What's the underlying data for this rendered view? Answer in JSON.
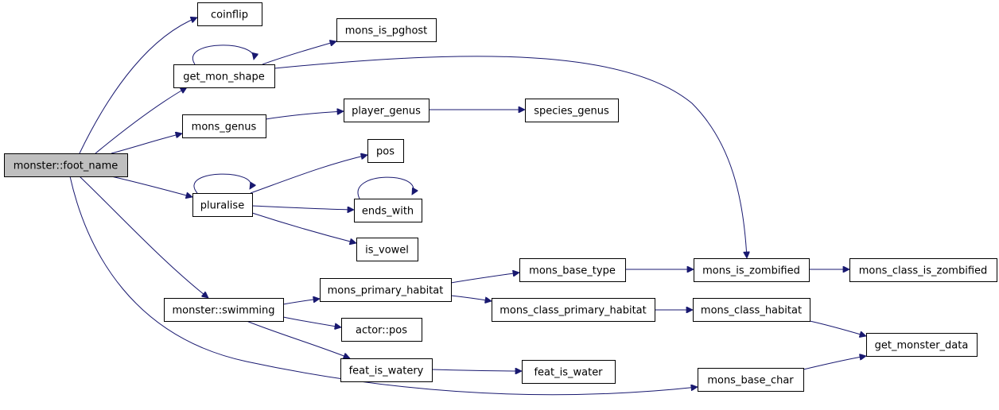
{
  "graph": {
    "nodes": [
      {
        "id": "foot_name",
        "label": "monster::foot_name",
        "root": true
      },
      {
        "id": "coinflip",
        "label": "coinflip"
      },
      {
        "id": "get_mon_shape",
        "label": "get_mon_shape"
      },
      {
        "id": "mons_is_pghost",
        "label": "mons_is_pghost"
      },
      {
        "id": "mons_genus",
        "label": "mons_genus"
      },
      {
        "id": "player_genus",
        "label": "player_genus"
      },
      {
        "id": "species_genus",
        "label": "species_genus"
      },
      {
        "id": "pos",
        "label": "pos"
      },
      {
        "id": "pluralise",
        "label": "pluralise"
      },
      {
        "id": "ends_with",
        "label": "ends_with"
      },
      {
        "id": "is_vowel",
        "label": "is_vowel"
      },
      {
        "id": "mons_base_type",
        "label": "mons_base_type"
      },
      {
        "id": "mons_is_zombified",
        "label": "mons_is_zombified"
      },
      {
        "id": "mons_class_is_zombified",
        "label": "mons_class_is_zombified"
      },
      {
        "id": "mons_primary_habitat",
        "label": "mons_primary_habitat"
      },
      {
        "id": "swimming",
        "label": "monster::swimming"
      },
      {
        "id": "mons_class_primary_habitat",
        "label": "mons_class_primary_habitat"
      },
      {
        "id": "mons_class_habitat",
        "label": "mons_class_habitat"
      },
      {
        "id": "actor_pos",
        "label": "actor::pos"
      },
      {
        "id": "get_monster_data",
        "label": "get_monster_data"
      },
      {
        "id": "feat_is_watery",
        "label": "feat_is_watery"
      },
      {
        "id": "feat_is_water",
        "label": "feat_is_water"
      },
      {
        "id": "mons_base_char",
        "label": "mons_base_char"
      }
    ],
    "edges": [
      {
        "from": "foot_name",
        "to": "coinflip"
      },
      {
        "from": "foot_name",
        "to": "get_mon_shape"
      },
      {
        "from": "foot_name",
        "to": "mons_genus"
      },
      {
        "from": "foot_name",
        "to": "pluralise"
      },
      {
        "from": "foot_name",
        "to": "swimming"
      },
      {
        "from": "foot_name",
        "to": "mons_base_char"
      },
      {
        "from": "get_mon_shape",
        "to": "get_mon_shape"
      },
      {
        "from": "get_mon_shape",
        "to": "mons_is_pghost"
      },
      {
        "from": "get_mon_shape",
        "to": "mons_is_zombified"
      },
      {
        "from": "mons_genus",
        "to": "player_genus"
      },
      {
        "from": "player_genus",
        "to": "species_genus"
      },
      {
        "from": "pluralise",
        "to": "pluralise"
      },
      {
        "from": "pluralise",
        "to": "pos"
      },
      {
        "from": "pluralise",
        "to": "ends_with"
      },
      {
        "from": "pluralise",
        "to": "is_vowel"
      },
      {
        "from": "ends_with",
        "to": "ends_with"
      },
      {
        "from": "swimming",
        "to": "mons_primary_habitat"
      },
      {
        "from": "swimming",
        "to": "actor_pos"
      },
      {
        "from": "swimming",
        "to": "feat_is_watery"
      },
      {
        "from": "mons_primary_habitat",
        "to": "mons_base_type"
      },
      {
        "from": "mons_primary_habitat",
        "to": "mons_class_primary_habitat"
      },
      {
        "from": "mons_base_type",
        "to": "mons_is_zombified"
      },
      {
        "from": "mons_is_zombified",
        "to": "mons_class_is_zombified"
      },
      {
        "from": "mons_class_primary_habitat",
        "to": "mons_class_habitat"
      },
      {
        "from": "mons_class_habitat",
        "to": "get_monster_data"
      },
      {
        "from": "mons_base_char",
        "to": "get_monster_data"
      },
      {
        "from": "feat_is_watery",
        "to": "feat_is_water"
      }
    ]
  }
}
